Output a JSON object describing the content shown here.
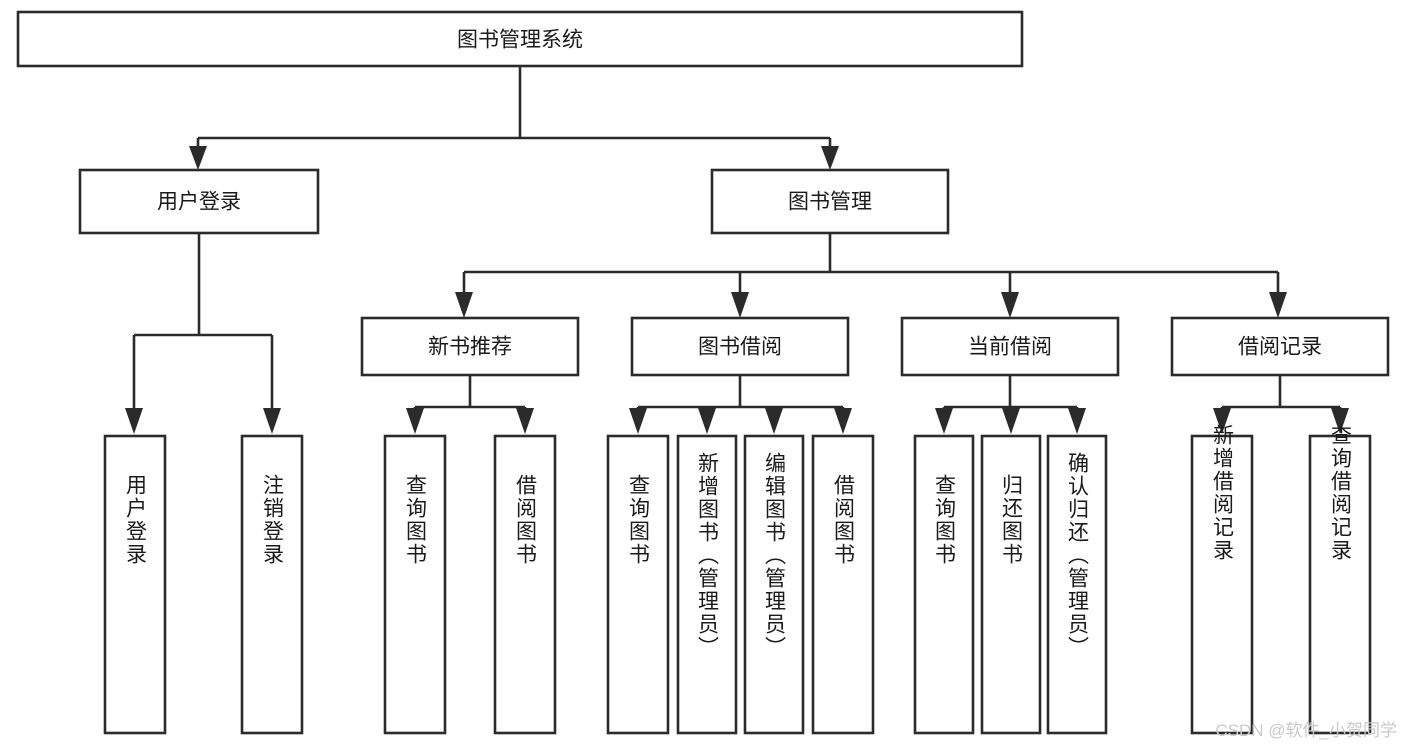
{
  "diagram": {
    "title": "图书管理系统",
    "type": "tree-hierarchy",
    "orientation": "top-down",
    "root": {
      "label": "图书管理系统",
      "level": 1
    },
    "level2": [
      {
        "label": "用户登录"
      },
      {
        "label": "图书管理"
      }
    ],
    "level3": [
      {
        "label": "新书推荐",
        "parent": "图书管理"
      },
      {
        "label": "图书借阅",
        "parent": "图书管理"
      },
      {
        "label": "当前借阅",
        "parent": "图书管理"
      },
      {
        "label": "借阅记录",
        "parent": "图书管理"
      }
    ],
    "leaves": {
      "user_login": [
        {
          "label": "用户登录"
        },
        {
          "label": "注销登录"
        }
      ],
      "new_book_recommend": [
        {
          "label": "查询图书"
        },
        {
          "label": "借阅图书"
        }
      ],
      "book_borrow": [
        {
          "label": "查询图书"
        },
        {
          "label": "新增图书（管理员）"
        },
        {
          "label": "编辑图书（管理员）"
        },
        {
          "label": "借阅图书"
        }
      ],
      "current_borrow": [
        {
          "label": "查询图书"
        },
        {
          "label": "归还图书"
        },
        {
          "label": "确认归还（管理员）"
        }
      ],
      "borrow_record": [
        {
          "label": "新增借阅记录"
        },
        {
          "label": "查询借阅记录"
        }
      ]
    }
  },
  "watermark": {
    "text": "CSDN @软件_小贺同学"
  },
  "colors": {
    "background": "#ffffff",
    "box_fill": "#ffffff",
    "stroke": "#2b2b2b",
    "text": "#1a1a1a",
    "watermark": "#c9c9c9"
  }
}
